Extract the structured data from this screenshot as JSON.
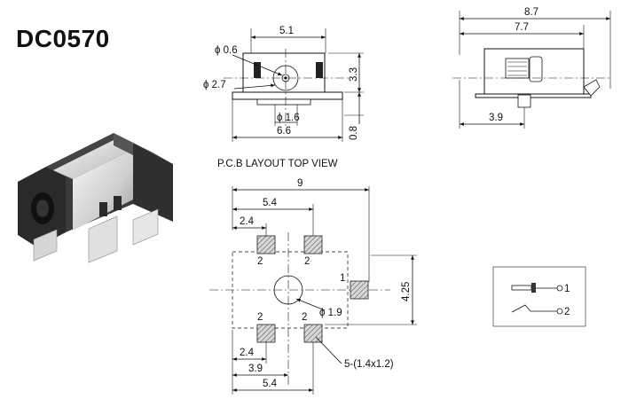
{
  "title": "DC0570",
  "front_view": {
    "width_top": "5.1",
    "pin_diameter": "ϕ 0.6",
    "hole_diameter": "ϕ 2.7",
    "height": "3.3",
    "bottom_diameter": "ϕ 1.6",
    "base_width": "6.6",
    "base_height": "0.8"
  },
  "side_view": {
    "overall_length": "8.7",
    "body_length": "7.7",
    "offset": "3.9"
  },
  "pcb_layout": {
    "caption": "P.C.B LAYOUT TOP VIEW",
    "width": "9",
    "pad_spacing_top": "5.4",
    "offset_top": "2.4",
    "pad_label_2": "2",
    "pad_label_1": "1",
    "height": "4.25",
    "hole_diameter": "ϕ 1.9",
    "offset_bottom": "2.4",
    "pitch_bottom": "3.9",
    "pad_spacing_bottom": "5.4",
    "pad_note": "5-(1.4x1.2)"
  },
  "schematic": {
    "terminal_1": "1",
    "terminal_2": "2"
  }
}
